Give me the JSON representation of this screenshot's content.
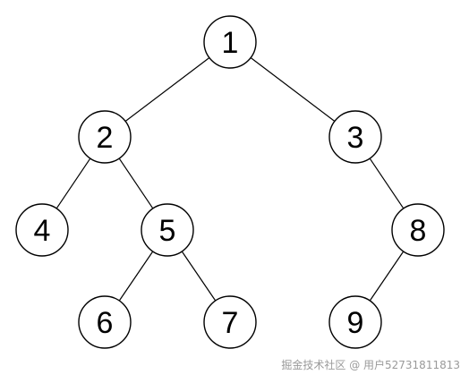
{
  "tree": {
    "nodes": [
      {
        "id": "n1",
        "label": "1"
      },
      {
        "id": "n2",
        "label": "2"
      },
      {
        "id": "n3",
        "label": "3"
      },
      {
        "id": "n4",
        "label": "4"
      },
      {
        "id": "n5",
        "label": "5"
      },
      {
        "id": "n8",
        "label": "8"
      },
      {
        "id": "n6",
        "label": "6"
      },
      {
        "id": "n7",
        "label": "7"
      },
      {
        "id": "n9",
        "label": "9"
      }
    ],
    "edges": [
      {
        "from": "n1",
        "to": "n2"
      },
      {
        "from": "n1",
        "to": "n3"
      },
      {
        "from": "n2",
        "to": "n4"
      },
      {
        "from": "n2",
        "to": "n5"
      },
      {
        "from": "n3",
        "to": "n8"
      },
      {
        "from": "n5",
        "to": "n6"
      },
      {
        "from": "n5",
        "to": "n7"
      },
      {
        "from": "n8",
        "to": "n9"
      }
    ]
  },
  "watermark": {
    "text": "掘金技术社区 @ 用户52731811813"
  }
}
